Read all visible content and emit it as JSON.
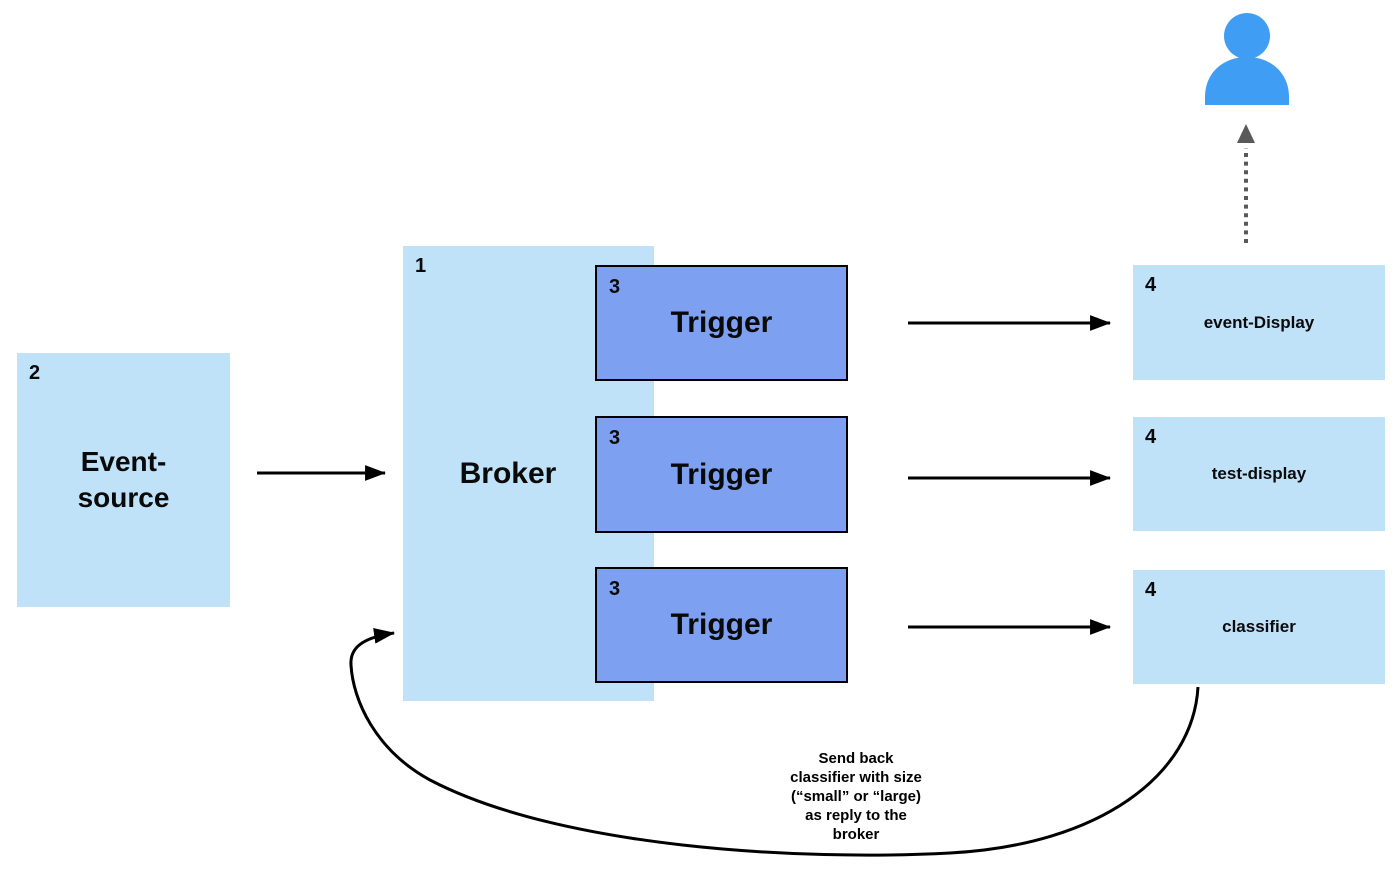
{
  "diagram": {
    "title": "Event-driven broker/trigger flow diagram",
    "colors": {
      "light_blue": "#BFE2F9",
      "trigger_blue": "#7DA1F0",
      "person_blue": "#3F9EF3",
      "line_black": "#000000",
      "dotted_gray": "#595959"
    },
    "event_source": {
      "number": "2",
      "label": "Event-\nsource"
    },
    "broker": {
      "number": "1",
      "label": "Broker"
    },
    "triggers": [
      {
        "number": "3",
        "label": "Trigger"
      },
      {
        "number": "3",
        "label": "Trigger"
      },
      {
        "number": "3",
        "label": "Trigger"
      }
    ],
    "services": [
      {
        "number": "4",
        "label": "event-Display"
      },
      {
        "number": "4",
        "label": "test-display"
      },
      {
        "number": "4",
        "label": "classifier"
      }
    ],
    "icons": {
      "user_icon": "user-icon",
      "dotted_arrow": "dotted-arrow-up",
      "reply_arrow": "curved-reply-arrow"
    },
    "reply_note": "Send back\nclassifier with size\n(“small” or “large)\nas reply to the\nbroker"
  }
}
